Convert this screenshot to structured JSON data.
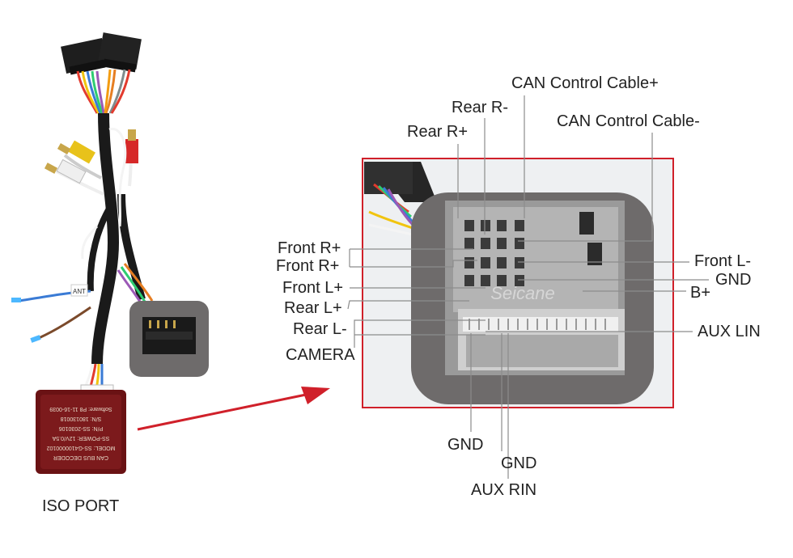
{
  "left_caption": "ISO PORT",
  "decoder_text": [
    "CAN BUS DECODER",
    "MODEL: SS-G4100000102",
    "SS-POWER: 12V/0.5A",
    "P/N: SS-2030106",
    "S/N: 180130018",
    "Software: P8 11-16-0039"
  ],
  "antenna_tag": "ANT",
  "watermark": "Seicane",
  "labels": {
    "can_plus": "CAN Control Cable+",
    "rear_r_minus": "Rear R-",
    "can_minus": "CAN Control Cable-",
    "rear_r_plus": "Rear R+",
    "front_r_plus_1": "Front R+",
    "front_r_plus_2": "Front R+",
    "front_l_plus": "Front L+",
    "rear_l_plus": "Rear L+",
    "rear_l_minus": "Rear L-",
    "camera": "CAMERA",
    "front_l_minus": "Front L-",
    "gnd_right": "GND",
    "b_plus": "B+",
    "aux_lin": "AUX LIN",
    "gnd_bottom_1": "GND",
    "gnd_bottom_2": "GND",
    "aux_rin": "AUX RIN"
  },
  "colors": {
    "frame": "#d0202a",
    "arrow": "#d0202a",
    "leader": "#888888",
    "foam": "#6e6b6b"
  }
}
